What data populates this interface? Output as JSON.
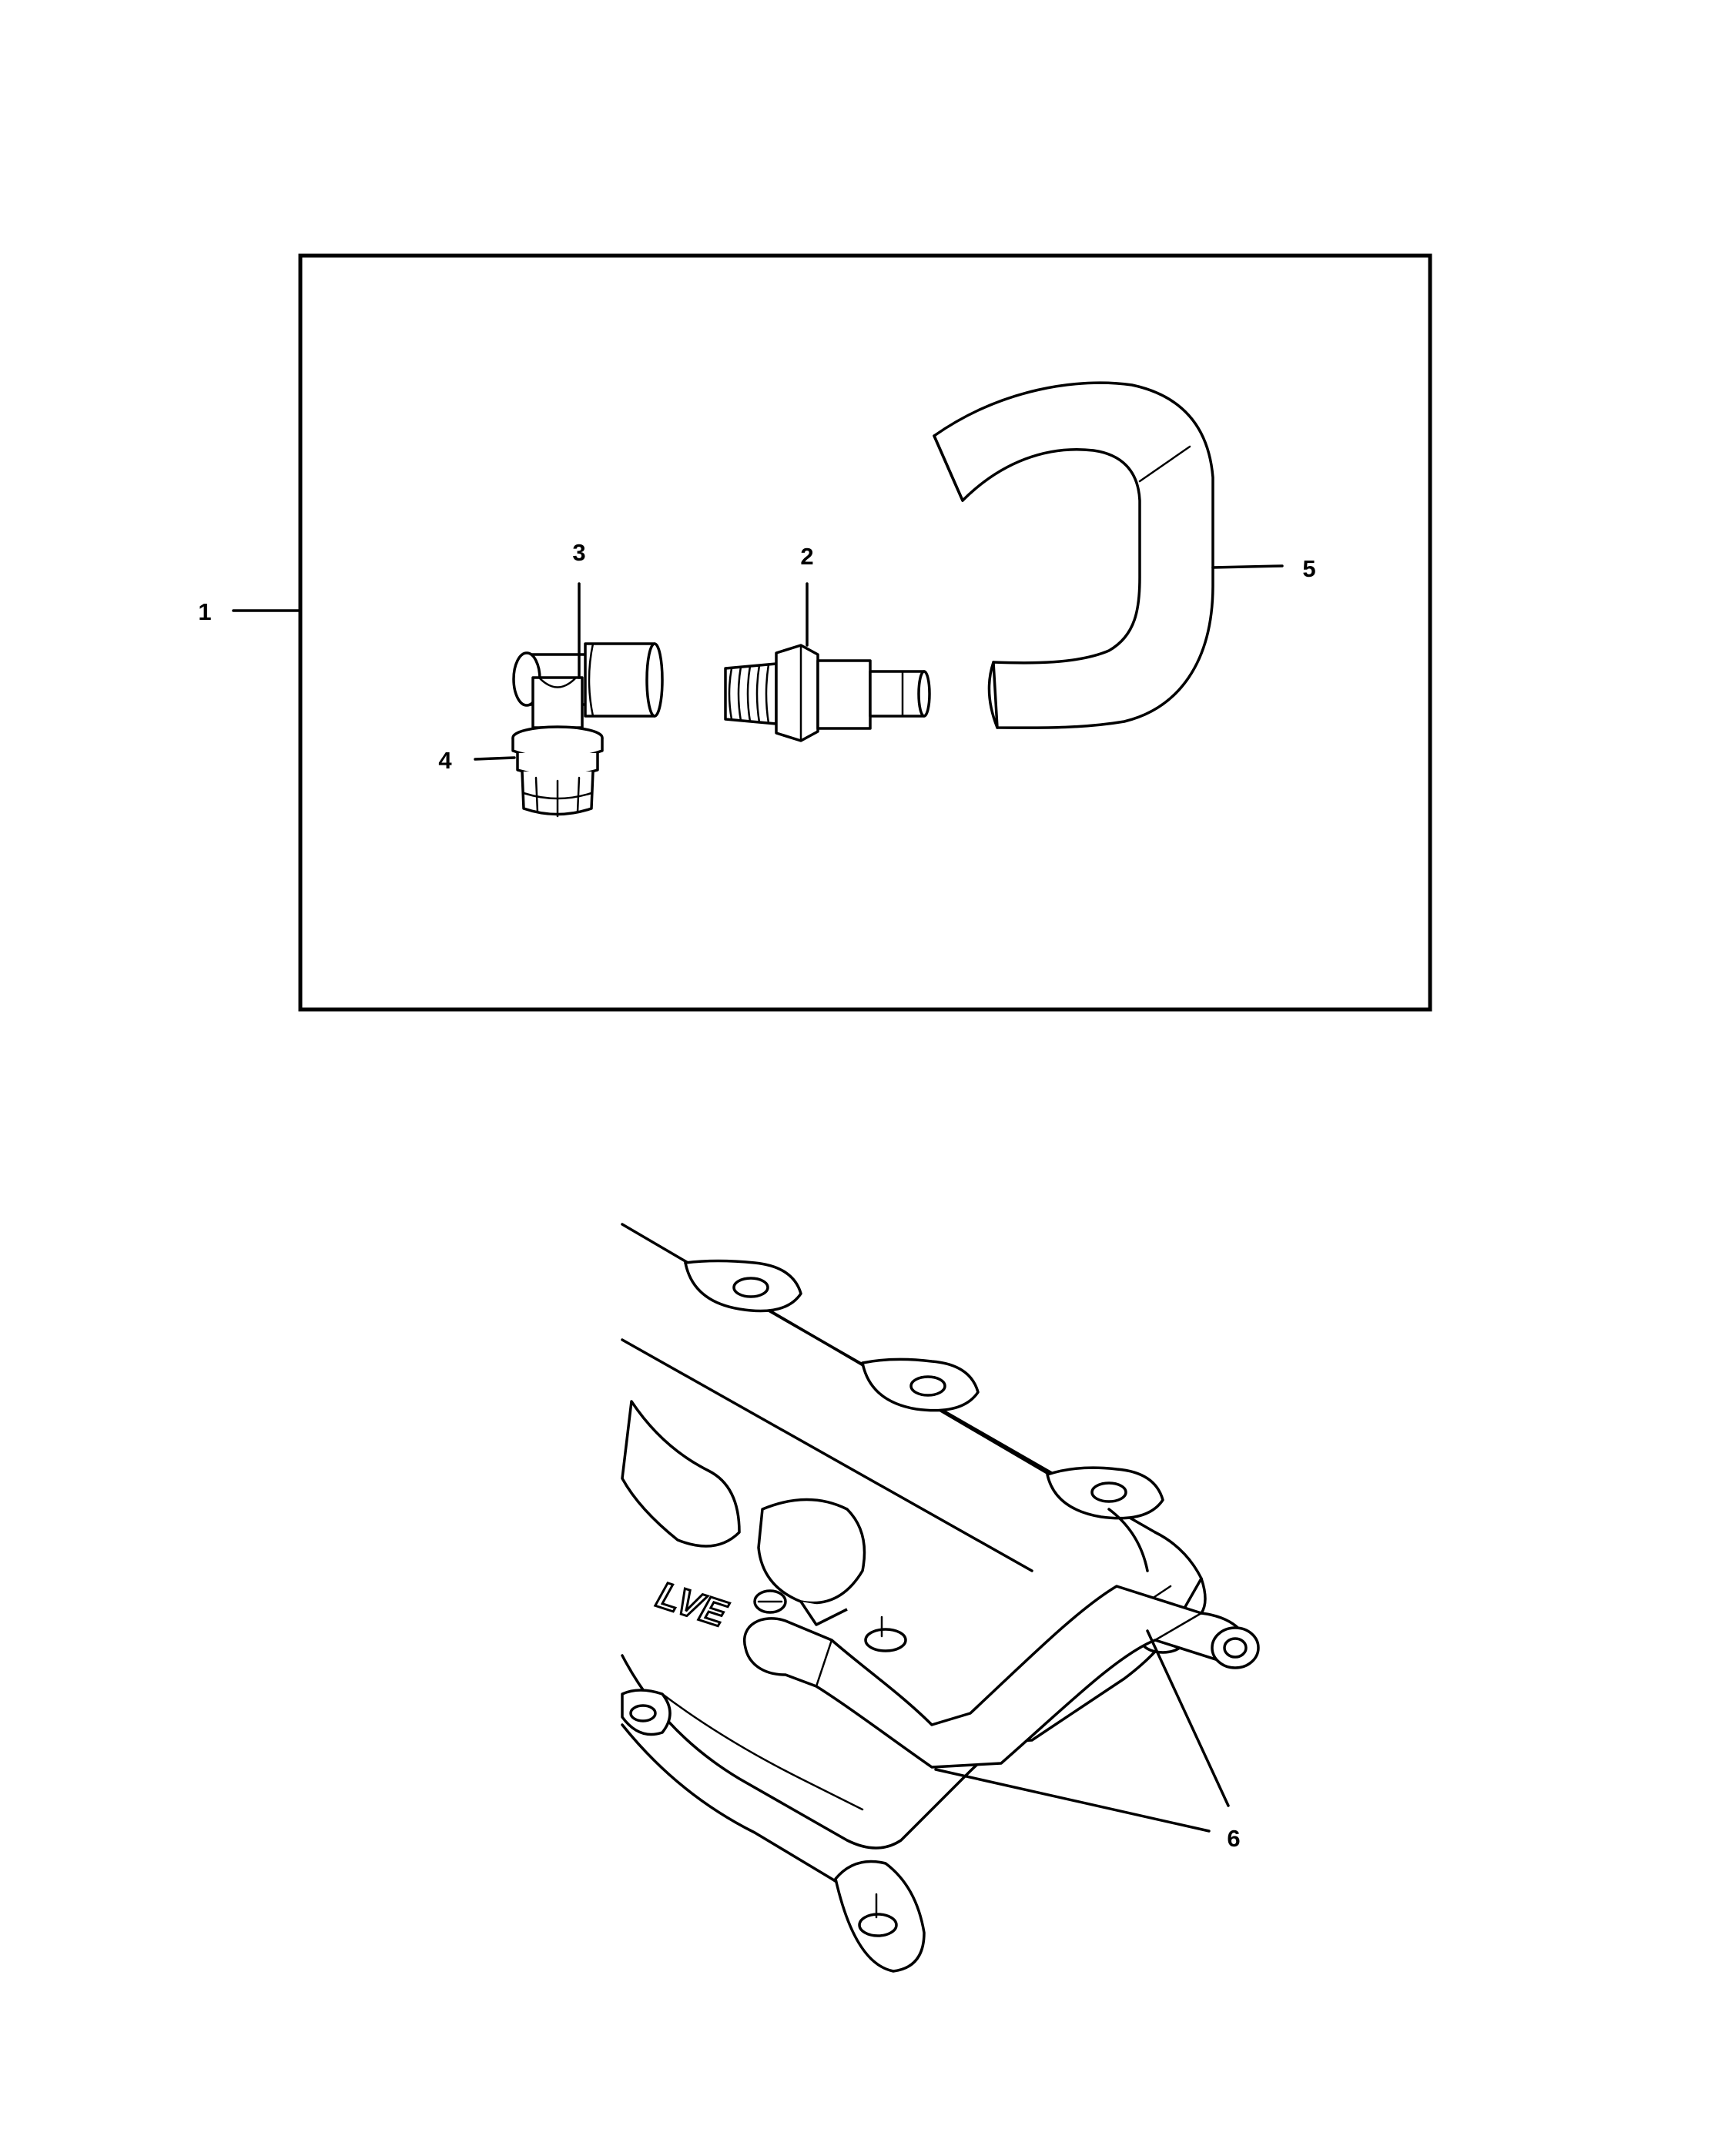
{
  "callouts": {
    "c1": "1",
    "c2": "2",
    "c3": "3",
    "c4": "4",
    "c5": "5",
    "c6": "6"
  },
  "engraving": "LVE",
  "colors": {
    "line": "#000000",
    "background": "#ffffff"
  }
}
